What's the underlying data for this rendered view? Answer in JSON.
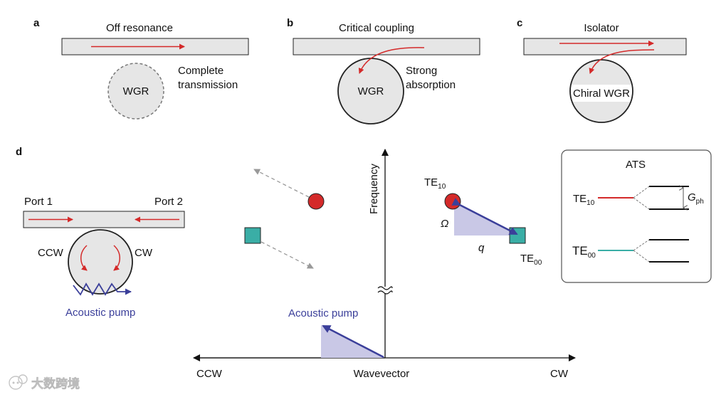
{
  "panels": {
    "a": {
      "label": "a",
      "title": "Off resonance",
      "ring": "WGR",
      "note_line1": "Complete",
      "note_line2": "transmission"
    },
    "b": {
      "label": "b",
      "title": "Critical coupling",
      "ring": "WGR",
      "note_line1": "Strong",
      "note_line2": "absorption"
    },
    "c": {
      "label": "c",
      "title": "Isolator",
      "ring": "Chiral WGR"
    },
    "d": {
      "label": "d",
      "port1": "Port 1",
      "port2": "Port 2",
      "ccw": "CCW",
      "cw": "CW",
      "pump": "Acoustic pump"
    }
  },
  "dispersion": {
    "y_axis": "Frequency",
    "x_axis": "Wavevector",
    "x_left": "CCW",
    "x_right": "CW",
    "te10": "TE",
    "te10_sub": "10",
    "te00": "TE",
    "te00_sub": "00",
    "omega": "Ω",
    "q": "q",
    "pump": "Acoustic pump"
  },
  "ats": {
    "title": "ATS",
    "te10": "TE",
    "te10_sub": "10",
    "te00": "TE",
    "te00_sub": "00",
    "gph": "G",
    "gph_sub": "ph"
  },
  "watermark": "大数跨境",
  "colors": {
    "red": "#d42a2a",
    "teal": "#3aaea6",
    "blue": "#3b3f9a",
    "waveguide": "#e6e6e6",
    "ring": "#e6e6e6",
    "triangle": "#c9c8e6"
  }
}
